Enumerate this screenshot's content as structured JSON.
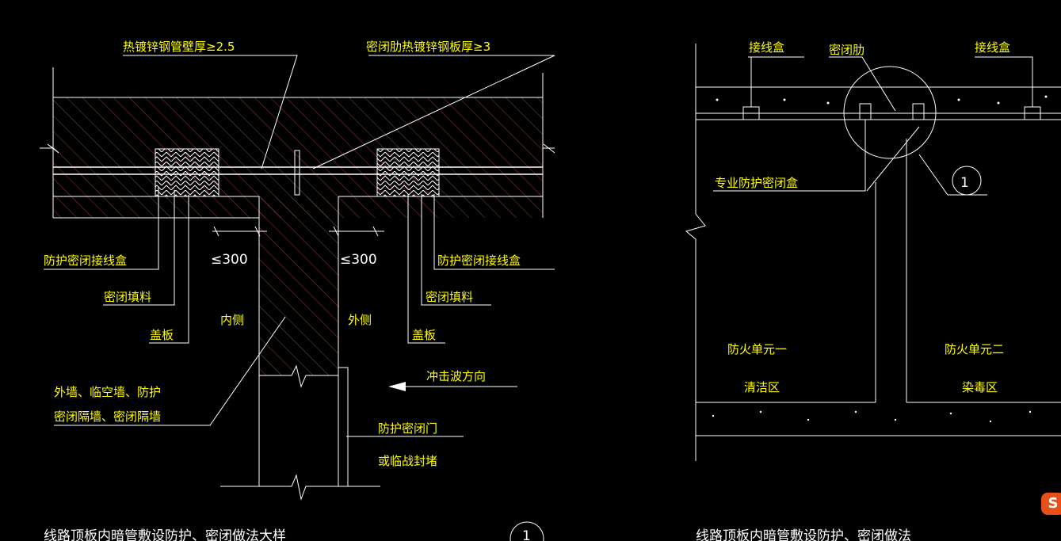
{
  "left": {
    "label_pipe": "热镀锌钢管壁厚≥2.5",
    "label_rib": "密闭肋热镀锌钢板厚≥3",
    "label_box_left": "防护密闭接线盒",
    "label_box_right": "防护密闭接线盒",
    "label_filler_left": "密闭填料",
    "label_filler_right": "密闭填料",
    "label_cover_left": "盖板",
    "label_cover_right": "盖板",
    "dim_left": "≤300",
    "dim_right": "≤300",
    "label_inside": "内侧",
    "label_outside": "外侧",
    "label_wall_1": "外墙、临空墙、防护",
    "label_wall_2": "密闭隔墙、密闭隔墙",
    "label_shock": "冲击波方向",
    "label_door": "防护密闭门",
    "label_seal": "或临战封堵",
    "caption": "线路顶板内暗管敷设防护、密闭做法大样",
    "caption_num": "1"
  },
  "right": {
    "label_box_left": "接线盒",
    "label_rib": "密闭肋",
    "label_box_right": "接线盒",
    "label_special_box": "专业防护密闭盒",
    "detail_num": "1",
    "label_unit1": "防火单元一",
    "label_zone1": "清洁区",
    "label_unit2": "防火单元二",
    "label_zone2": "染毒区",
    "caption": "线路顶板内暗管敷设防护、密闭做法"
  },
  "logo_text": "S",
  "colors": {
    "background": "#000000",
    "text": "#ffff00",
    "lines": "#ffffff",
    "hatch": "#b04a6a"
  }
}
